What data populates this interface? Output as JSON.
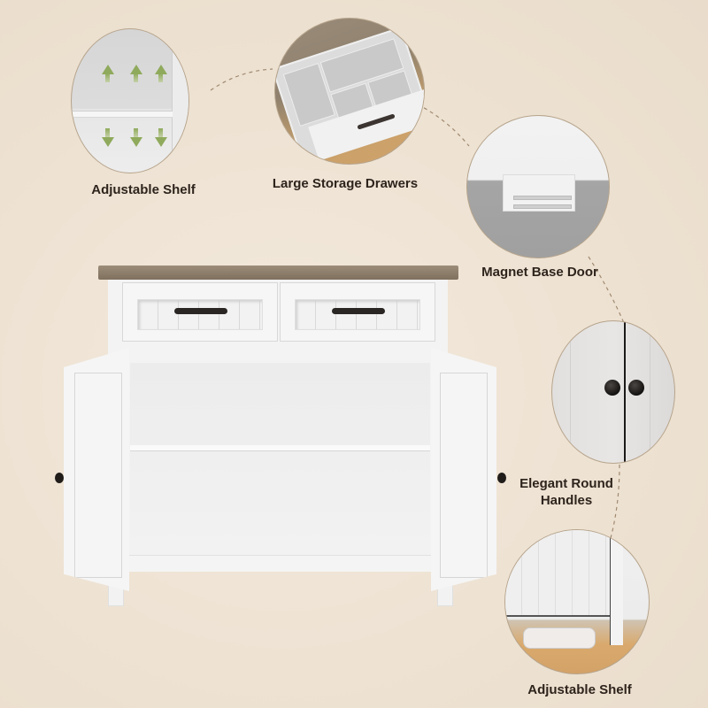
{
  "background_color": "#efe3d4",
  "callouts": [
    {
      "id": "adjustable-shelf-top",
      "label": "Adjustable Shelf",
      "image": "shelf with up/down green arrows"
    },
    {
      "id": "large-storage-drawers",
      "label": "Large Storage Drawers",
      "image": "open drawer with cutlery organizer"
    },
    {
      "id": "magnet-base-door",
      "label": "Magnet Base Door",
      "image": "magnetic catch under cabinet top"
    },
    {
      "id": "elegant-round-handles",
      "label_line1": "Elegant Round",
      "label_line2": "Handles",
      "image": "two black round knobs on closed doors"
    },
    {
      "id": "adjustable-shelf-bottom",
      "label": "Adjustable Shelf",
      "image": "raised legs with robot vacuum underneath"
    }
  ],
  "product": {
    "name": "white sideboard cabinet",
    "top_color": "#8c7d6a",
    "body_color": "#f4f4f4",
    "hardware_color": "#1f1c1a",
    "drawers": 2,
    "doors": 2,
    "shelves": 1
  },
  "colors": {
    "label_text": "#2e241c",
    "arrow_green": "#8faa5c",
    "dashed_line": "#a08a70"
  }
}
